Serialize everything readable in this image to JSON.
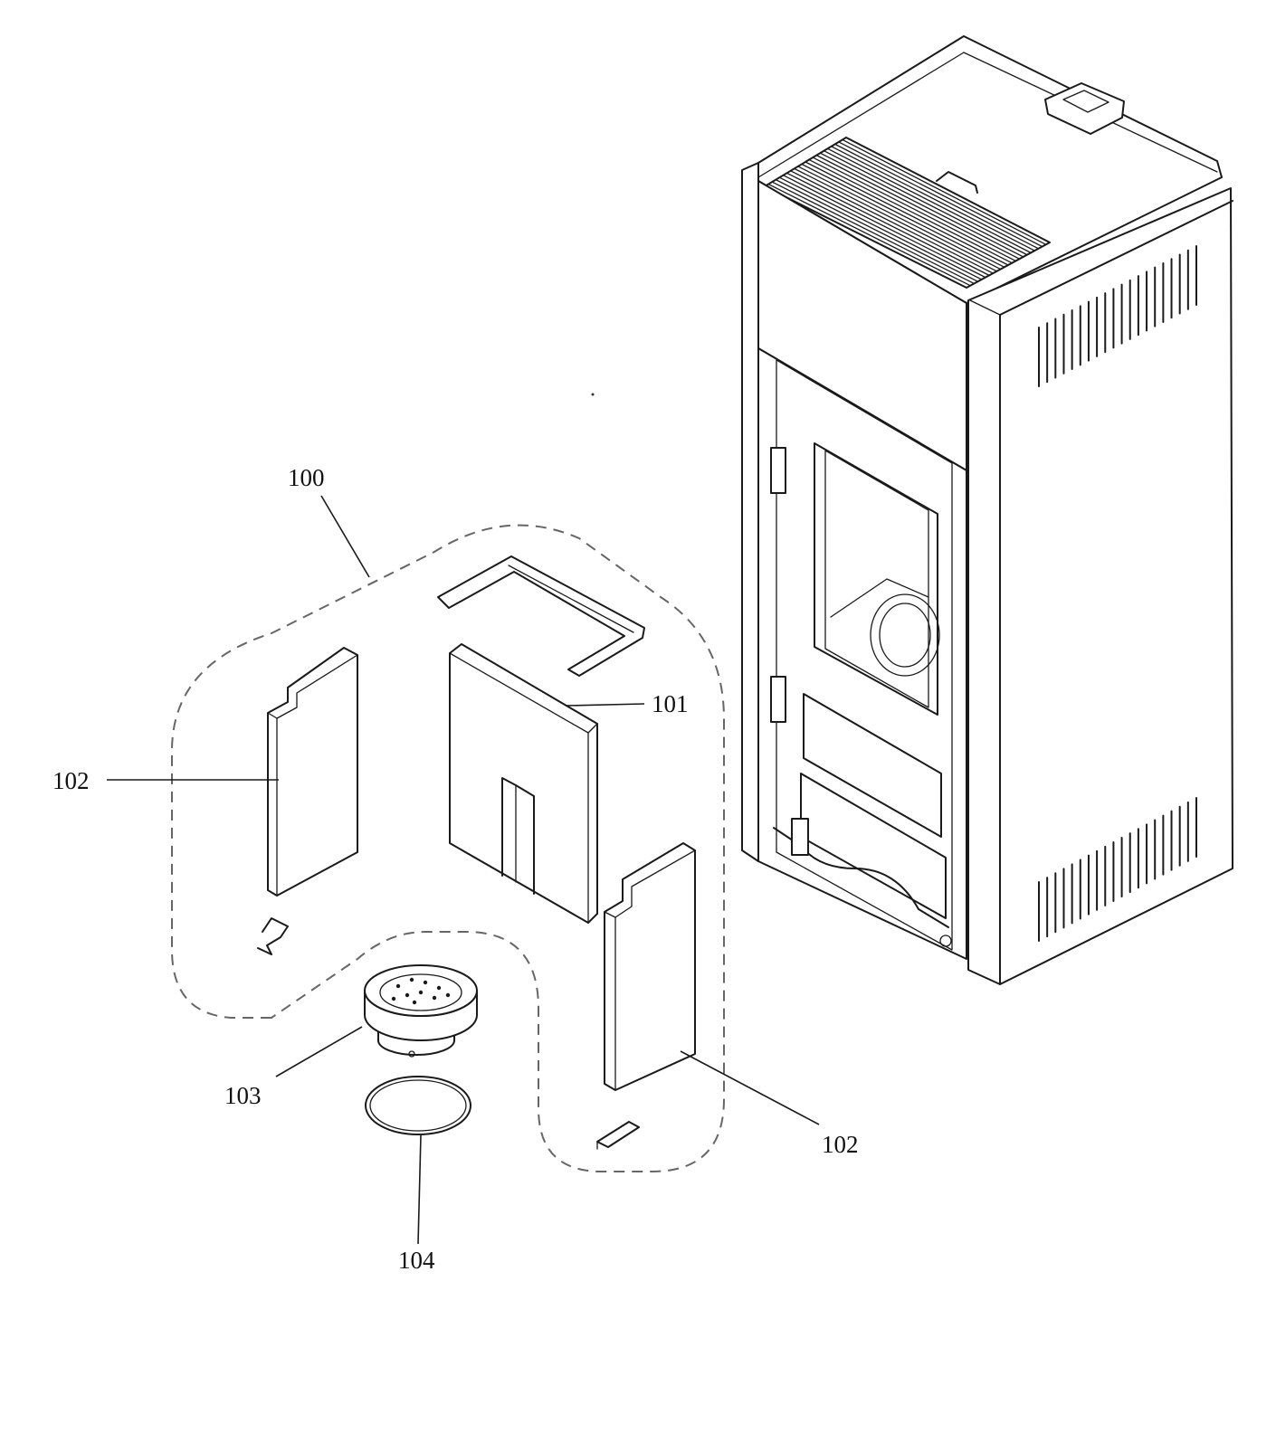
{
  "callouts": {
    "assembly": "100",
    "back_panel": "101",
    "side_panel_left": "102",
    "side_panel_right": "102",
    "burner_pot": "103",
    "gasket_ring": "104"
  },
  "colors": {
    "line": "#1a1a1a",
    "dashed_outline": "#666666",
    "background": "#ffffff"
  }
}
